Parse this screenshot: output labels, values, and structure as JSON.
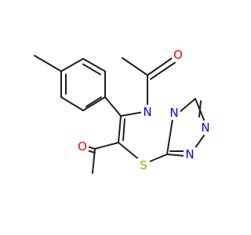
{
  "molecule": {
    "atoms": [
      {
        "id": "o_ketone_top",
        "symbol": "O",
        "color": "#ff0000"
      },
      {
        "id": "o_ketone_left",
        "symbol": "O",
        "color": "#ff0000"
      },
      {
        "id": "n_ring_5",
        "symbol": "N",
        "color": "#0000ff"
      },
      {
        "id": "n_triazole_bridge",
        "symbol": "N",
        "color": "#0000ff"
      },
      {
        "id": "n_triazole_a",
        "symbol": "N",
        "color": "#0000ff"
      },
      {
        "id": "n_triazole_b",
        "symbol": "N",
        "color": "#0000ff"
      },
      {
        "id": "s_ring",
        "symbol": "S",
        "color": "#b2a400"
      }
    ],
    "bond_color": "#1f1f1f"
  }
}
